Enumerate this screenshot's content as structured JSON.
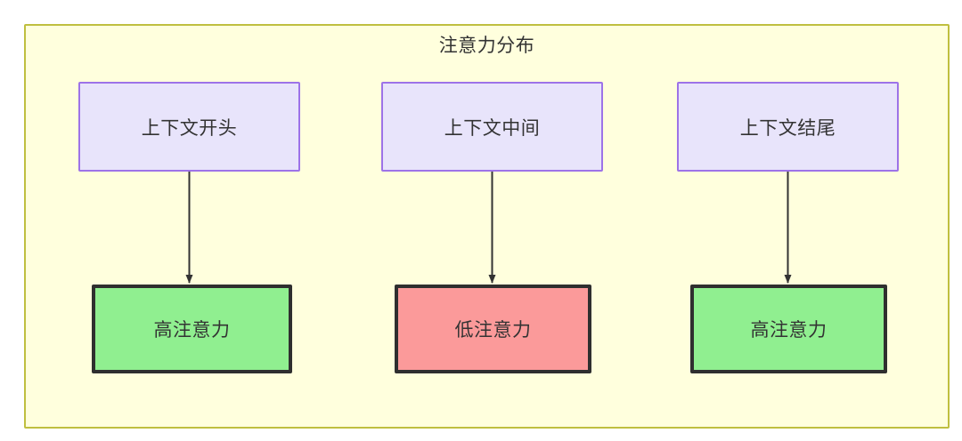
{
  "diagram": {
    "title": "注意力分布",
    "background_color": "#ffffdd",
    "border_color": "#bfbf3f",
    "page_background": "#ffffff",
    "context_nodes": [
      {
        "label": "上下文开头",
        "fill": "#e8e4fb",
        "stroke": "#9d73e8"
      },
      {
        "label": "上下文中间",
        "fill": "#e8e4fb",
        "stroke": "#9d73e8"
      },
      {
        "label": "上下文结尾",
        "fill": "#e8e4fb",
        "stroke": "#9d73e8"
      }
    ],
    "attention_nodes": [
      {
        "label": "高注意力",
        "level": "high",
        "fill": "#90ef90",
        "stroke": "#2f2f2f"
      },
      {
        "label": "低注意力",
        "level": "low",
        "fill": "#fb9a9a",
        "stroke": "#2f2f2f"
      },
      {
        "label": "高注意力",
        "level": "high",
        "fill": "#90ef90",
        "stroke": "#2f2f2f"
      }
    ],
    "edges": [
      {
        "from": "上下文开头",
        "to": "高注意力",
        "style": "solid-arrow"
      },
      {
        "from": "上下文中间",
        "to": "低注意力",
        "style": "solid-arrow"
      },
      {
        "from": "上下文结尾",
        "to": "高注意力",
        "style": "solid-arrow"
      }
    ],
    "edge_color": "#333333"
  }
}
